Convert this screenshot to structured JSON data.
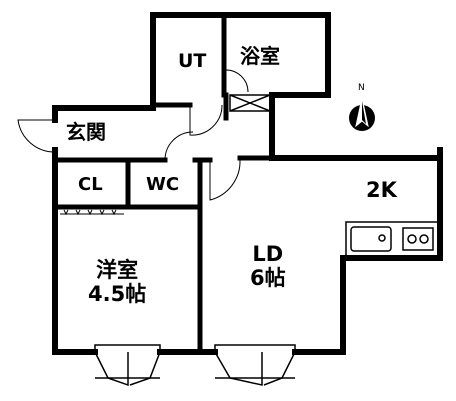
{
  "floorplan": {
    "rooms": {
      "ut": "UT",
      "bath": "浴室",
      "entrance": "玄関",
      "closet": "CL",
      "toilet": "WC",
      "kitchen": "2K",
      "western_room": {
        "name": "洋室",
        "size": "4.5帖"
      },
      "living_dining": {
        "name": "LD",
        "size": "6帖"
      }
    },
    "compass": {
      "label": "N"
    }
  }
}
